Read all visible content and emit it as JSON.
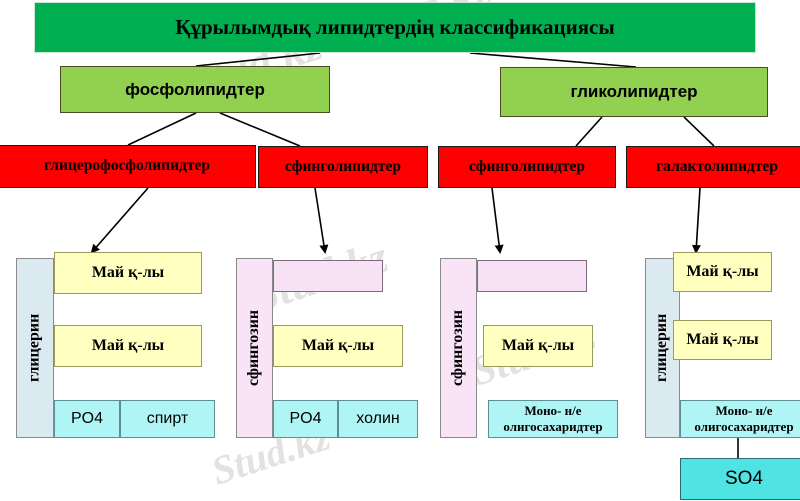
{
  "title": "Құрылымдық липидтердің классификациясы",
  "level2": [
    {
      "id": "phospholipids",
      "label": "фосфолипидтер"
    },
    {
      "id": "glycolipids",
      "label": "гликолипидтер"
    }
  ],
  "level3": [
    {
      "id": "glycerophospholipids",
      "label": "глицерофосфолипидтер"
    },
    {
      "id": "sphingolipids-1",
      "label": "сфинголипидтер"
    },
    {
      "id": "sphingolipids-2",
      "label": "сфинголипидтер"
    },
    {
      "id": "galactolipids",
      "label": "галактолипидтер"
    }
  ],
  "structures": [
    {
      "id": "structure-glycerophospholipid",
      "backbone": "глицерин",
      "fatty_acids": [
        "Май қ-лы",
        "Май қ-лы"
      ],
      "head_groups": [
        "PO4",
        "спирт"
      ]
    },
    {
      "id": "structure-sphingophospholipid",
      "backbone": "сфингозин",
      "fatty_acids": [
        "Май қ-лы"
      ],
      "head_groups": [
        "PO4",
        "холин"
      ]
    },
    {
      "id": "structure-sphingoglycolipid",
      "backbone": "сфингозин",
      "fatty_acids": [
        "Май қ-лы"
      ],
      "head_groups": [
        "Моно- н/е олигосахаридтер"
      ]
    },
    {
      "id": "structure-galactolipid",
      "backbone": "глицерин",
      "fatty_acids": [
        "Май қ-лы",
        "Май қ-лы"
      ],
      "head_groups": [
        "Моно- н/е олигосахаридтер"
      ],
      "extra": "SO4"
    }
  ],
  "watermarks": [
    "Stud.kz - Stud.kz",
    "Stud.kz",
    "Stud.kz",
    "Stud.kz"
  ],
  "colors": {
    "title_banner": "#00b050",
    "level2": "#92d050",
    "level3": "#ff0000",
    "fatty_acid": "#ffffbf",
    "head_group": "#b0f5f5",
    "glycerin": "#dbeaf0",
    "sphingosine": "#f9e3f7",
    "so4": "#4fe3e3"
  }
}
